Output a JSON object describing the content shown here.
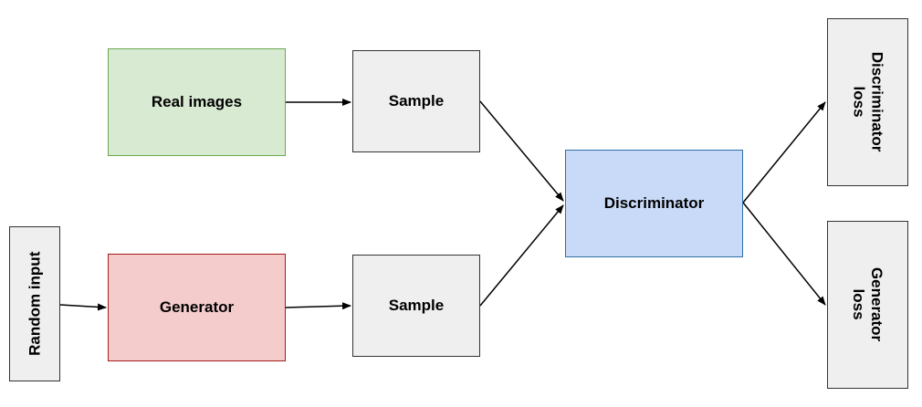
{
  "nodes": {
    "real_images": "Real images",
    "sample_top": "Sample",
    "generator": "Generator",
    "sample_bottom": "Sample",
    "discriminator": "Discriminator",
    "random_input": "Random input",
    "discriminator_loss": "Discriminator\nloss",
    "generator_loss": "Generator\nloss"
  },
  "colors": {
    "real_images_fill": "#d9ead3",
    "real_images_border": "#6aa84f",
    "generator_fill": "#f4cccc",
    "generator_border": "#a61c1c",
    "discriminator_fill": "#c9daf8",
    "discriminator_border": "#2f6ea5",
    "neutral_fill": "#efefef",
    "neutral_border": "#333333",
    "arrow": "#000000"
  },
  "edges": [
    {
      "from": "random_input",
      "to": "generator"
    },
    {
      "from": "real_images",
      "to": "sample_top"
    },
    {
      "from": "generator",
      "to": "sample_bottom"
    },
    {
      "from": "sample_top",
      "to": "discriminator"
    },
    {
      "from": "sample_bottom",
      "to": "discriminator"
    },
    {
      "from": "discriminator",
      "to": "discriminator_loss"
    },
    {
      "from": "discriminator",
      "to": "generator_loss"
    }
  ]
}
